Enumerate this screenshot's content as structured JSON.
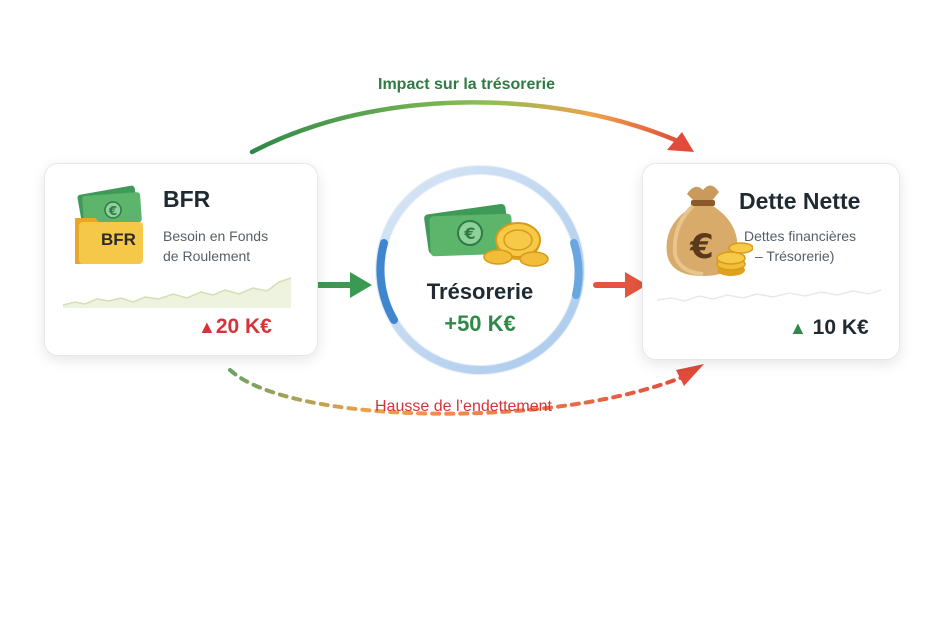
{
  "top_arrow": {
    "label": "Impact sur la trésorerie"
  },
  "bottom_arrow": {
    "label": "Hausse de l’endettement"
  },
  "bfr": {
    "badge": "BFR",
    "title": "BFR",
    "subtitle_line1": "Besoin en Fonds",
    "subtitle_line2": "de Roulement",
    "value": "20 K€",
    "value_direction": "up",
    "value_color": "#d6333a"
  },
  "tresorerie": {
    "title": "Trésorerie",
    "value": "+50 K€",
    "value_color": "#2f8a4a"
  },
  "dette": {
    "title": "Dette Nette",
    "subtitle_line1": "Dettes financières",
    "subtitle_line2": "– Trésorerie)",
    "value": "10 K€",
    "value_direction": "up",
    "value_color": "#2f8a4a"
  },
  "icons": [
    "banknote-icon",
    "folder-icon",
    "coins-icon",
    "money-bag-icon",
    "euro-icon"
  ],
  "colors": {
    "green": "#2f8a4a",
    "red": "#e04b3c",
    "orange": "#f0a04b",
    "blue": "#4a90d9"
  }
}
